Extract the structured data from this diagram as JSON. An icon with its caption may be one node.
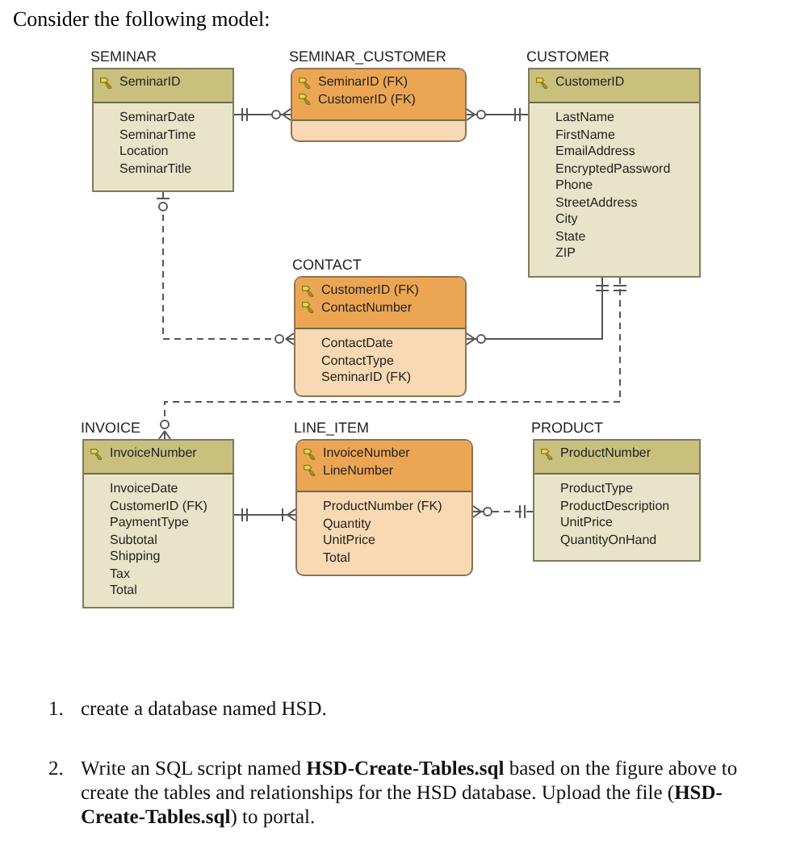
{
  "diagram": {
    "title": "Consider the following model:",
    "nodes": [
      {
        "text": [
          "SEMINAR",
          "SeminarID",
          "SeminarDate",
          "SeminarTime",
          "Location",
          "SeminarTitle"
        ]
      },
      {
        "text": [
          "SEMINAR_CUSTOMER",
          "SeminarID (FK)",
          "CustomerID (FK)"
        ]
      },
      {
        "text": [
          "CUSTOMER",
          "CustomerID",
          "LastName",
          "FirstName",
          "EmailAddress",
          "EncryptedPassword",
          "Phone",
          "StreetAddress",
          "City",
          "State",
          "ZIP"
        ]
      },
      {
        "text": [
          "CONTACT",
          "CustomerID (FK)",
          "ContactNumber",
          "ContactDate",
          "ContactType",
          "SeminarID (FK)"
        ]
      },
      {
        "text": [
          "INVOICE",
          "InvoiceNumber",
          "InvoiceDate",
          "CustomerID (FK)",
          "PaymentType",
          "Subtotal",
          "Shipping",
          "Tax",
          "Total"
        ]
      },
      {
        "text": [
          "LINE_ITEM",
          "InvoiceNumber",
          "LineNumber",
          "ProductNumber (FK)",
          "Quantity",
          "UnitPrice",
          "Total"
        ]
      },
      {
        "text": [
          "PRODUCT",
          "ProductNumber",
          "ProductType",
          "ProductDescription",
          "UnitPrice",
          "QuantityOnHand"
        ]
      }
    ],
    "edges": [
      {
        "from": 0,
        "to": 1,
        "arrow": "other"
      },
      {
        "from": 2,
        "to": 1,
        "arrow": "other"
      },
      {
        "from": 0,
        "to": 3,
        "arrow": "other",
        "style": "dashed"
      },
      {
        "from": 2,
        "to": 3,
        "arrow": "other"
      },
      {
        "from": 2,
        "to": 4,
        "arrow": "other",
        "style": "dashed"
      },
      {
        "from": 4,
        "to": 5,
        "arrow": "other"
      },
      {
        "from": 6,
        "to": 5,
        "arrow": "other",
        "style": "dashed"
      }
    ],
    "labels": [
      "1.",
      "create a database named HSD.",
      "2.",
      "Write an SQL script named **HSD-Create-Tables.sql** based on the figure above to create the tables and relationships for the HSD database. Upload the file (**HSD-Create-Tables.sql**) to portal."
    ]
  }
}
